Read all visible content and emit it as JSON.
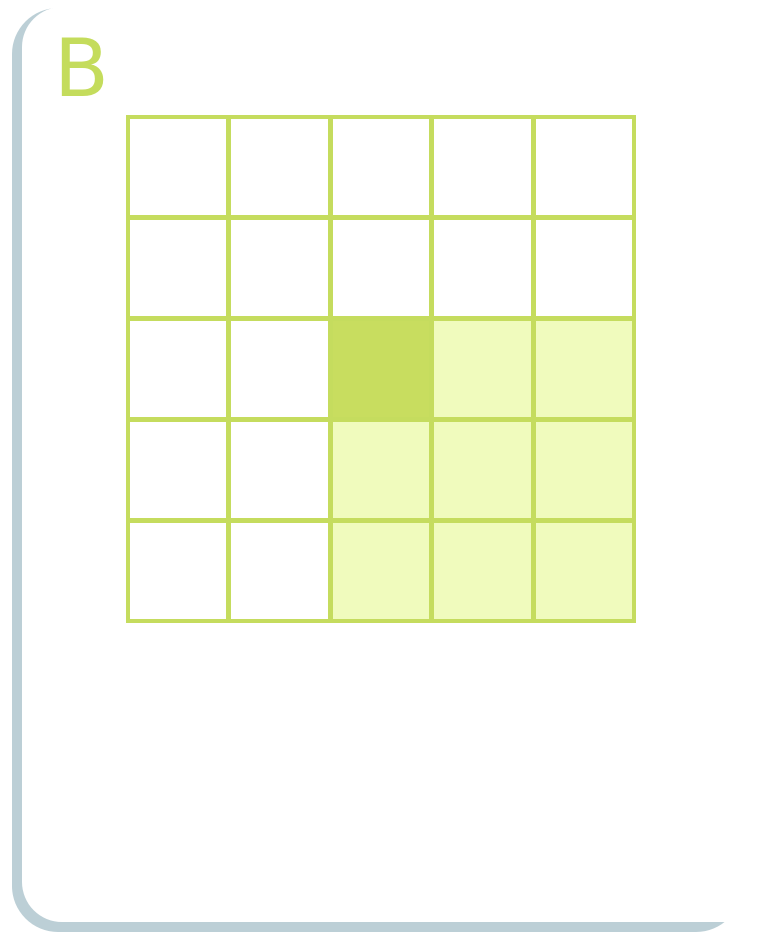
{
  "panel": {
    "label": "B"
  },
  "grid": {
    "rows": 5,
    "cols": 5,
    "cells": [
      [
        "empty",
        "empty",
        "empty",
        "empty",
        "empty"
      ],
      [
        "empty",
        "empty",
        "empty",
        "empty",
        "empty"
      ],
      [
        "empty",
        "empty",
        "dark",
        "light",
        "light"
      ],
      [
        "empty",
        "empty",
        "light",
        "light",
        "light"
      ],
      [
        "empty",
        "empty",
        "light",
        "light",
        "light"
      ]
    ]
  },
  "colors": {
    "grid_line": "#c5dc5e",
    "dark_cell": "#c8dd5f",
    "light_cell": "#f0fbbd",
    "label": "#c4dc5c",
    "card_shadow": "#bccfd6"
  }
}
